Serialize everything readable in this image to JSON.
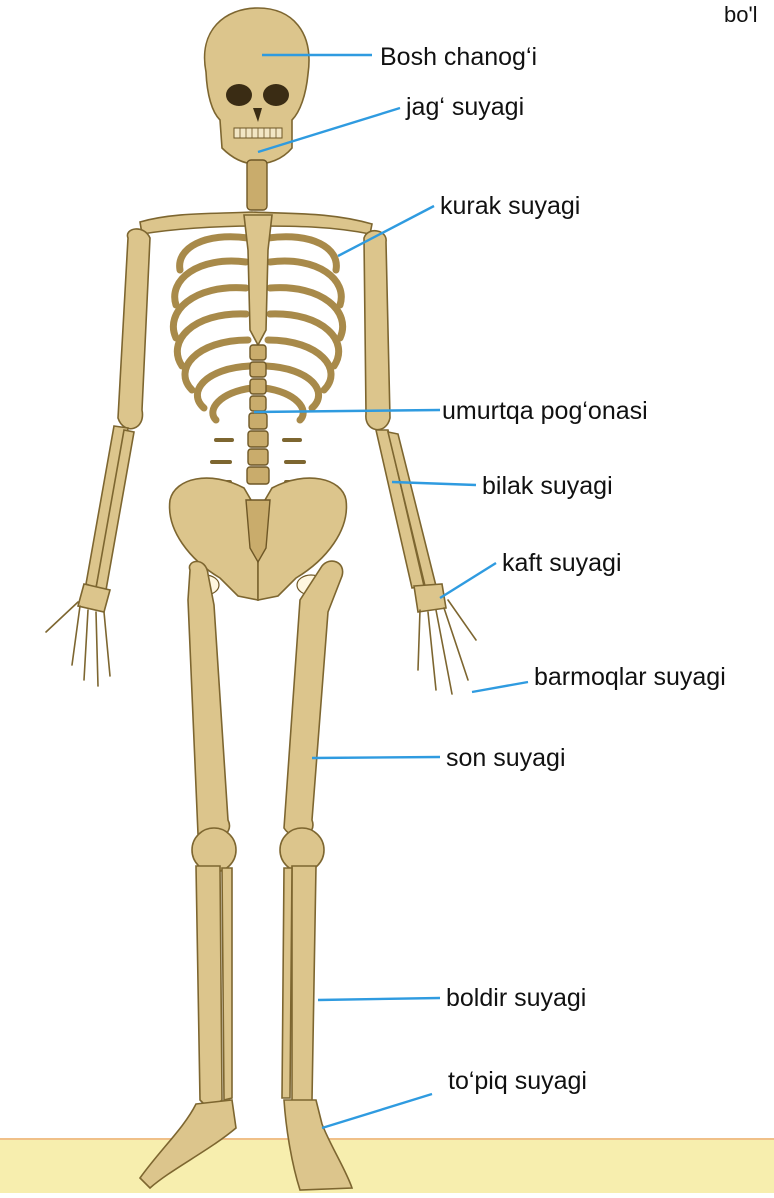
{
  "corner_text": "bo'l",
  "labels": {
    "skull": "Bosh chanog‘i",
    "jaw": "jag‘ suyagi",
    "scapula": "kurak suyagi",
    "spine": "umurtqa pog‘onasi",
    "forearm": "bilak suyagi",
    "palm": "kaft suyagi",
    "fingers": "barmoqlar suyagi",
    "femur": "son suyagi",
    "shin": "boldir suyagi",
    "ankle": "to‘piq suyagi"
  },
  "colors": {
    "leader_line": "#2f9be0",
    "bone": "#dcc58c",
    "floor": "#f7eeae"
  }
}
